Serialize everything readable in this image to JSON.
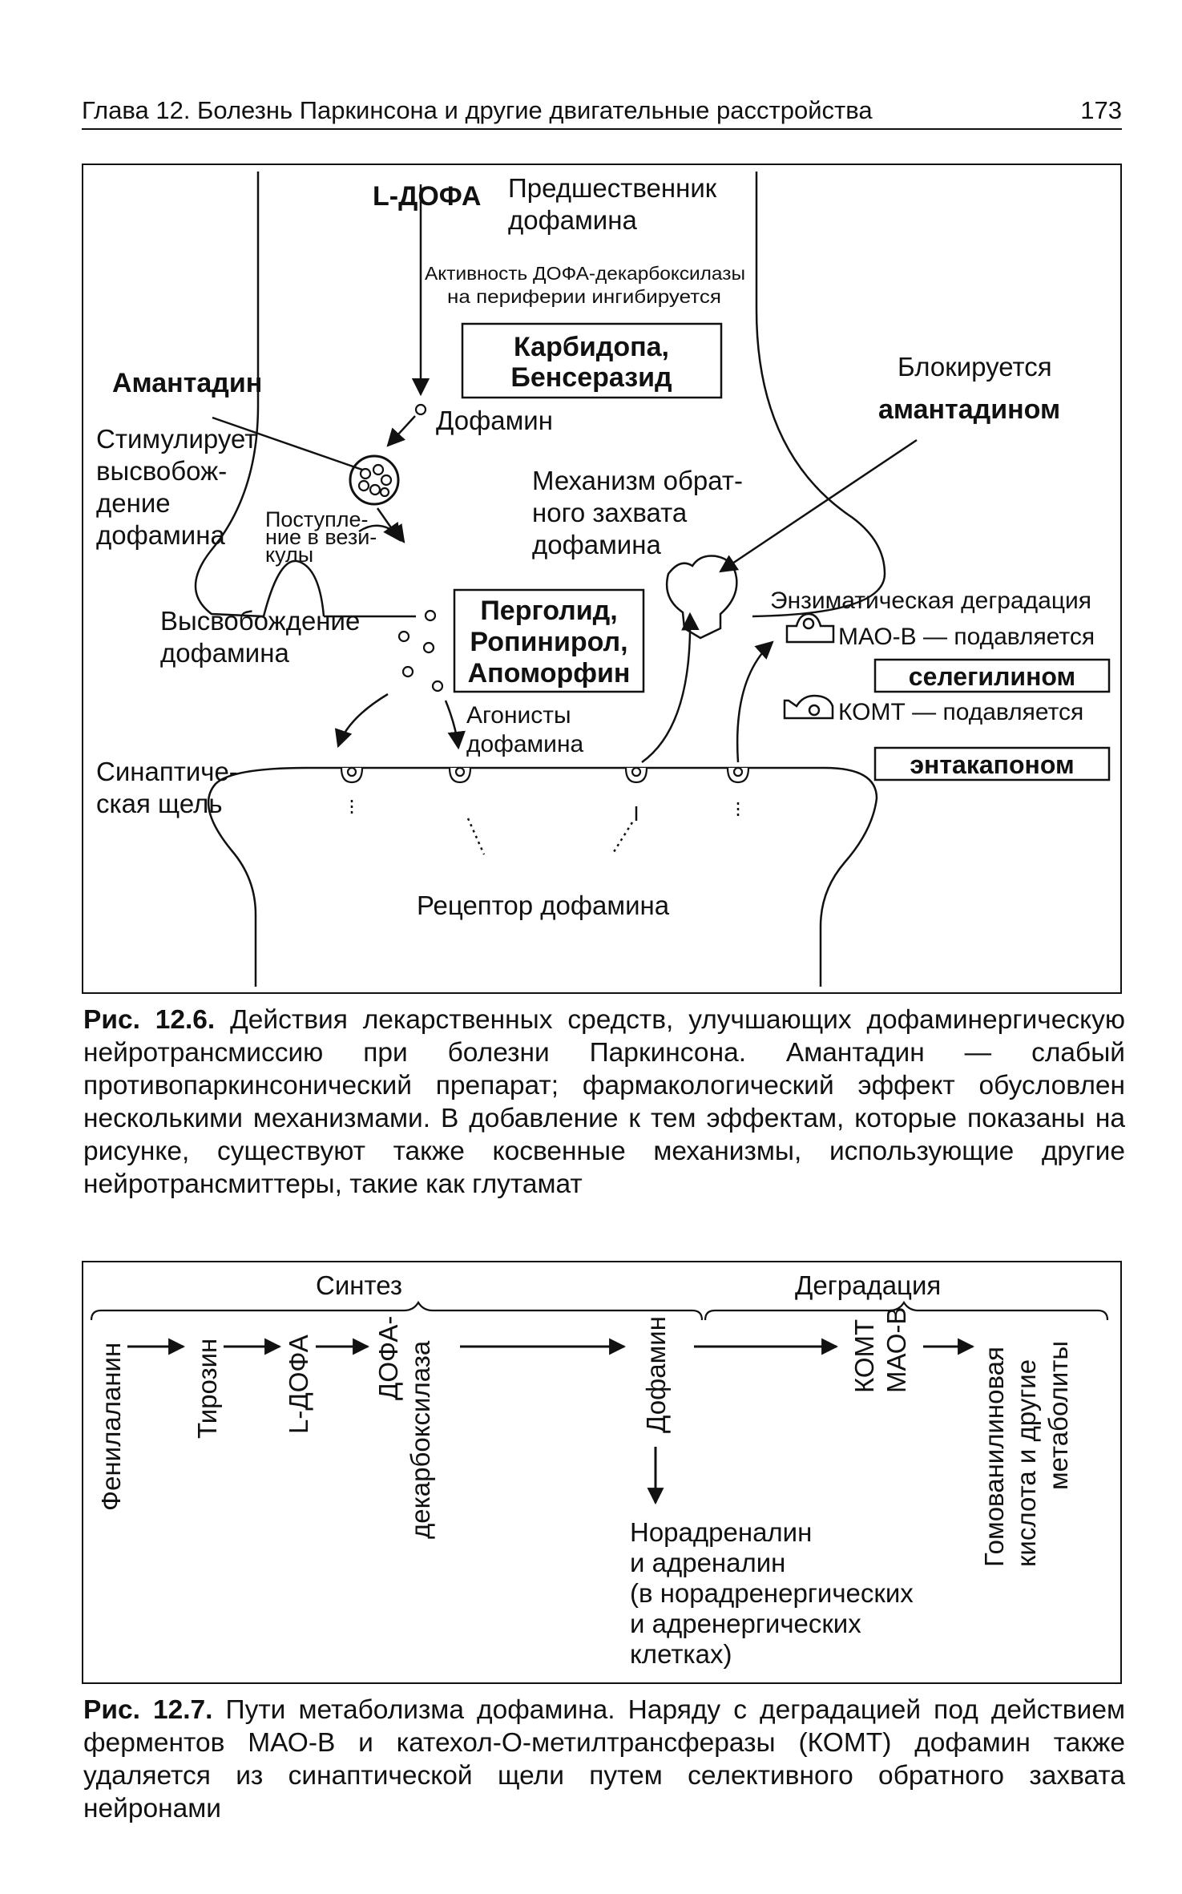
{
  "header": {
    "chapter_title": "Глава 12. Болезнь Паркинсона и другие двигательные расстройства",
    "page_number": "173"
  },
  "figure1": {
    "ldopa": "L-ДОФА",
    "precursor": [
      "Предшественник",
      "дофамина"
    ],
    "decarb_note": [
      "Активность ДОФА-декарбоксилазы",
      "на периферии ингибируется"
    ],
    "carbidopa": [
      "Карбидопа,",
      "Бенсеразид"
    ],
    "amantadine": "Амантадин",
    "stimulates": [
      "Стимулирует",
      "высвобож-",
      "дение",
      "дофамина"
    ],
    "dopamine": "Дофамин",
    "vesicle_uptake": [
      "Поступле-",
      "ние в вези-",
      "кулы"
    ],
    "reuptake": [
      "Механизм обрат-",
      "ного захвата",
      "дофамина"
    ],
    "blocked": "Блокируется",
    "blocked_by": "амантадином",
    "release": [
      "Высвобождение",
      "дофамина"
    ],
    "agonist_drugs": [
      "Перголид,",
      "Ропинирол,",
      "Апоморфин"
    ],
    "agonists_label": [
      "Агонисты",
      "дофамина"
    ],
    "enzymatic": "Энзиматическая деградация",
    "maob": "МАО-В — подавляется",
    "selegiline": "селегилином",
    "comt": "КОМТ — подавляется",
    "entacapone": "энтакапоном",
    "cleft": [
      "Синаптиче-",
      "ская щель"
    ],
    "receptor": "Рецептор дофамина"
  },
  "caption1": {
    "label": "Рис. 12.6.",
    "text": "Действия лекарственных средств, улучшающих дофаминергическую нейротрансмиссию при болезни Паркинсона. Амантадин — слабый противопаркинсонический препарат; фармакологический эффект обусловлен несколькими механизмами. В добавление к тем эффектам, которые показаны на рисунке, существуют также косвенные механизмы, использующие другие нейротрансмиттеры, такие как глутамат"
  },
  "figure2": {
    "synthesis": "Синтез",
    "degradation": "Деградация",
    "phenylalanine": "Фенилаланин",
    "tyrosine": "Тирозин",
    "ldopa": "L-ДОФА",
    "dopa_decarb": [
      "ДОФА-",
      "декарбоксилаза"
    ],
    "dopamine": "Дофамин",
    "comt": "КОМТ",
    "maob": "МАО-В",
    "hva": [
      "Гомованилиновая",
      "кислота и другие",
      "метаболиты"
    ],
    "noradrenaline": [
      "Норадреналин",
      "и адреналин",
      "(в норадренергических",
      "и адренергических",
      "клетках)"
    ]
  },
  "caption2": {
    "label": "Рис. 12.7.",
    "text": "Пути метаболизма дофамина. Наряду с деградацией под действием ферментов МАО-В и катехол-О-метилтрансферазы (КОМТ) дофамин также удаляется из синаптической щели путем селективного обратного захвата нейронами"
  }
}
